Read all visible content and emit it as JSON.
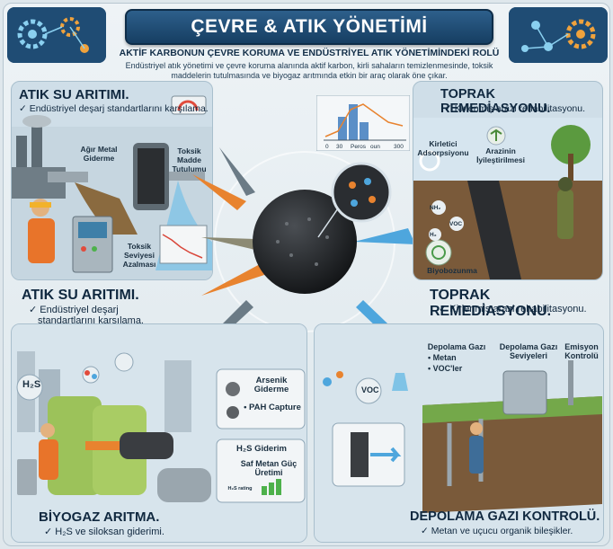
{
  "header": {
    "title": "ÇEVRE & ATIK YÖNETİMİ",
    "subtitle": "AKTİF KARBONUN ÇEVRE KORUMA VE ENDÜSTRİYEL ATIK YÖNETİMİNDEKİ ROLÜ",
    "intro": "Endüstriyel atık yönetimi ve çevre koruma alanında aktif karbon, kirli sahaların temizlenmesinde, toksik maddelerin tutulmasında ve biyogaz arıtmında etkin bir araç olarak öne çıkar."
  },
  "top_left": {
    "title": "ATIK SU ARITIMI.",
    "note": "✓ Endüstriyel deşarj standartlarını karşılama.",
    "label_metal": "Ağır Metal Giderme",
    "label_toxic": "Toksik Madde Tutulumu",
    "label_level": "Toksik Seviyesi Azalması"
  },
  "mid_left": {
    "title": "ATIK SU ARITIMI.",
    "note_line1": "✓ Endüstriyel deşarj",
    "note_line2": "standartlarını karşılama."
  },
  "top_center": {
    "axis_labels": [
      "0",
      "30",
      "Peros",
      "oun",
      "300"
    ]
  },
  "top_right": {
    "title": "TOPRAK REMEDİASYONU.",
    "note": "✓ Kirlenmiş arazi rehabilitasyonu.",
    "label_adsorp": "Kirletici Adsorpsiyonu",
    "label_heal": "Arazinin İyileştirilmesi",
    "label_bio": "Biyobozunma",
    "tags": [
      "NH₂",
      "VOC",
      "H₂"
    ]
  },
  "mid_right": {
    "title": "TOPRAK REMEDİASYONU.",
    "note": "✓ Kirlenmiş arazi rehabilitasyonu."
  },
  "bottom_left": {
    "title": "BİYOGAZ ARITMA.",
    "note": "✓ H₂S ve siloksan giderimi.",
    "h2s_label": "H₂S",
    "callout_arsenic": "Arsenik Giderme",
    "callout_pah": "• PAH Capture",
    "callout_h2s": "H₂S Giderim",
    "callout_methane": "Saf Metan Güç Üretimi",
    "callout_rating": "H₂S rating"
  },
  "bottom_right": {
    "title": "DEPOLAMA GAZI KONTROLÜ.",
    "note": "✓ Metan ve uçucu organik bileşikler.",
    "label_gas": "Depolama Gazı",
    "label_methane": "• Metan",
    "label_voc": "• VOC'ler",
    "label_levels": "Depolama Gazı Seviyeleri",
    "label_emission": "Emisyon Kontrolü",
    "voc_bubble": "VOC"
  },
  "colors": {
    "banner": "#1f4c74",
    "carbon": "#1b1d20",
    "arrow_orange": "#e8832f",
    "arrow_blue": "#4ea6dd",
    "arrow_gray": "#6b7b86"
  }
}
